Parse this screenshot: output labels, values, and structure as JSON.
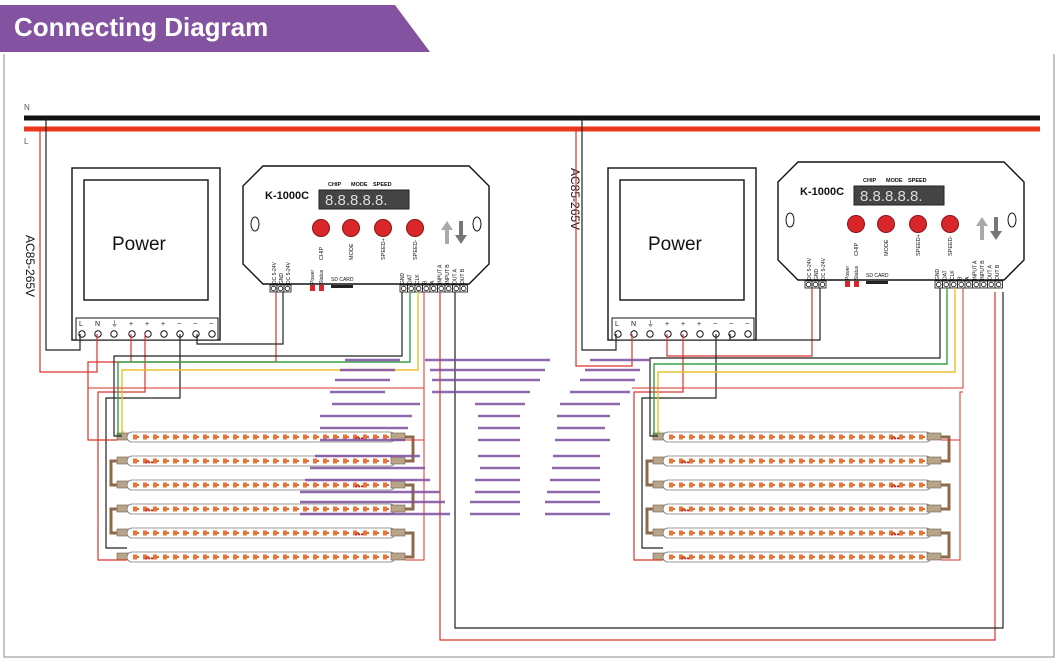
{
  "title": "Connecting Diagram",
  "mains": {
    "neutral_label": "N",
    "live_label": "L",
    "ac_label": "AC85-265V"
  },
  "power_supply": {
    "label": "Power",
    "terminals": [
      "L",
      "N",
      "⏚",
      "+",
      "+",
      "+",
      "−",
      "−",
      "−"
    ]
  },
  "controller": {
    "model": "K-1000C",
    "display": "8.8.8.8.8.",
    "top_labels": [
      "CHIP",
      "MODE",
      "SPEED"
    ],
    "buttons": [
      "CHIP",
      "MODE",
      "SPEED+",
      "SPEED-"
    ],
    "power_terminals": [
      "DC 5-24V",
      "GND",
      "DC 5-24V"
    ],
    "indicators": [
      "Power",
      "Status"
    ],
    "sd_card_label": "SD CARD",
    "output_terminals": [
      "GND",
      "DAT",
      "CLK",
      "B",
      "A",
      "INPUT A",
      "INPUT B",
      "OUT A",
      "OUT B"
    ]
  },
  "strip": {
    "rows": 6,
    "dots": "•••"
  },
  "colors": {
    "banner": "#8352a0",
    "neutral": "#111111",
    "live": "#e8371a",
    "red_wire": "#d9332a",
    "black_wire": "#222222",
    "green_wire": "#3aa046",
    "yellow_wire": "#e8c22a",
    "purple_wire": "#7c4f9e",
    "button": "#d9262b",
    "strip_leds": "#e8743a",
    "strip_chip": "#d96a2c"
  }
}
